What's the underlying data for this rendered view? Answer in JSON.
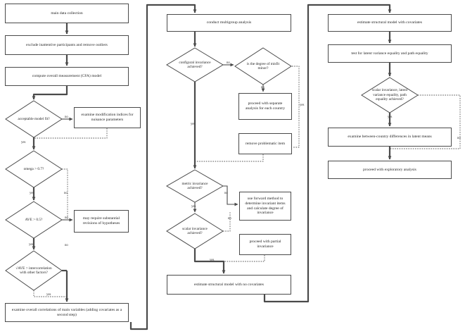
{
  "nodes": {
    "main_data": "main data collection",
    "exclude": "exclude inattentive participants and remove outliers",
    "cfa": "compute overall measurement (CFA) model",
    "acceptable_fit": "acceptable model fit?",
    "examine_mod": "examine modification indices for nuisance parameters",
    "omega": "omega > 0.7?",
    "ave": "AVE > 0.5?",
    "substantial": "may require substantial revisions of hypotheses",
    "sqrt_ave": "√AVE > intercorrelation with other factors?",
    "correlations": "examine overall correlations of main variables (adding covariates as a second step)",
    "multigroup": "conduct multigroup analysis",
    "configural": "configural invariance achieved?",
    "misfit": "is the degree of misfit minor?",
    "separate": "proceed with separate analysis for each country",
    "remove_items": "remove problematic item",
    "metric": "metric invariance achieved?",
    "forward": "use forward method to determine invariant items and calculate degree of invariance",
    "scalar": "scalar invariance achieved?",
    "partial": "proceed with partial invariance",
    "no_covariates": "estimate structural model with no covariates",
    "with_covariates": "estimate structural model with covariates",
    "latent_test": "test for latent variance equality and path equality",
    "scalar_path": "scalar invariance, latent variance equality, path equality achieved?",
    "between_country": "examine between-country differences in latent means",
    "exploratory": "proceed with exploratory analysis"
  },
  "labels": {
    "yes": "yes",
    "no": "no"
  }
}
